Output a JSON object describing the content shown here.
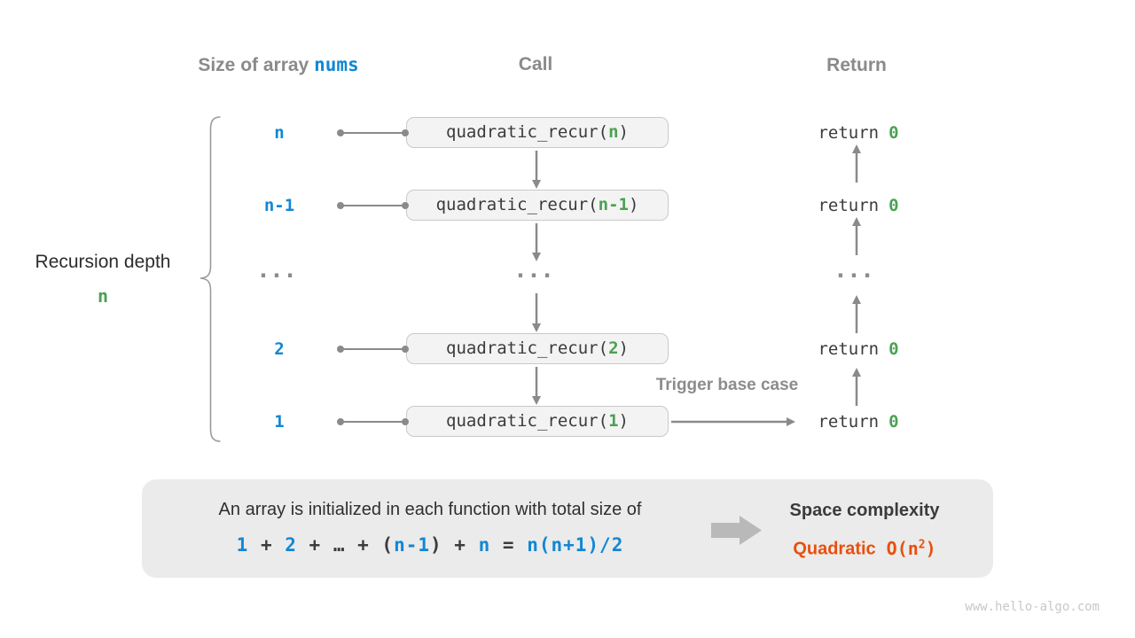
{
  "colors": {
    "accent_blue": "#1287d2",
    "accent_green": "#4ba153",
    "accent_orange": "#e8500e",
    "gray_text": "#8a8a8a",
    "box_fill": "#f3f3f3",
    "box_border": "#c9c9c9",
    "summary_fill": "#ebebeb",
    "arrow_gray": "#8a8a8a",
    "big_arrow_gray": "#b9b9b9"
  },
  "headers": {
    "size_label": "Size of array ",
    "size_code": "nums",
    "call": "Call",
    "ret": "Return"
  },
  "left": {
    "label": "Recursion depth",
    "value": "n"
  },
  "rows": [
    {
      "size": "n",
      "call_prefix": "quadratic_recur(",
      "call_arg": "n",
      "call_suffix": ")",
      "ret_kw": "return",
      "ret_val": "0"
    },
    {
      "size": "n-1",
      "call_prefix": "quadratic_recur(",
      "call_arg": "n-1",
      "call_suffix": ")",
      "ret_kw": "return",
      "ret_val": "0"
    },
    {
      "size": "...",
      "call": "...",
      "ret": "..."
    },
    {
      "size": "2",
      "call_prefix": "quadratic_recur(",
      "call_arg": "2",
      "call_suffix": ")",
      "ret_kw": "return",
      "ret_val": "0"
    },
    {
      "size": "1",
      "call_prefix": "quadratic_recur(",
      "call_arg": "1",
      "call_suffix": ")",
      "ret_kw": "return",
      "ret_val": "0"
    }
  ],
  "annotations": {
    "trigger": "Trigger base case"
  },
  "summary": {
    "line1": "An array is initialized in each function with total size of",
    "formula": [
      {
        "t": "1",
        "c": "blue"
      },
      {
        "t": " + ",
        "c": "dark"
      },
      {
        "t": "2",
        "c": "blue"
      },
      {
        "t": " + ",
        "c": "dark"
      },
      {
        "t": "…",
        "c": "dark"
      },
      {
        "t": " + (",
        "c": "dark"
      },
      {
        "t": "n-1",
        "c": "blue"
      },
      {
        "t": ") + ",
        "c": "dark"
      },
      {
        "t": "n",
        "c": "blue"
      },
      {
        "t": " = ",
        "c": "dark"
      },
      {
        "t": "n(n+1)/2",
        "c": "blue"
      }
    ],
    "space_title": "Space complexity",
    "space_label": "Quadratic",
    "big_o_prefix": "O(n",
    "big_o_exp": "2",
    "big_o_suffix": ")"
  },
  "watermark": "www.hello-algo.com"
}
